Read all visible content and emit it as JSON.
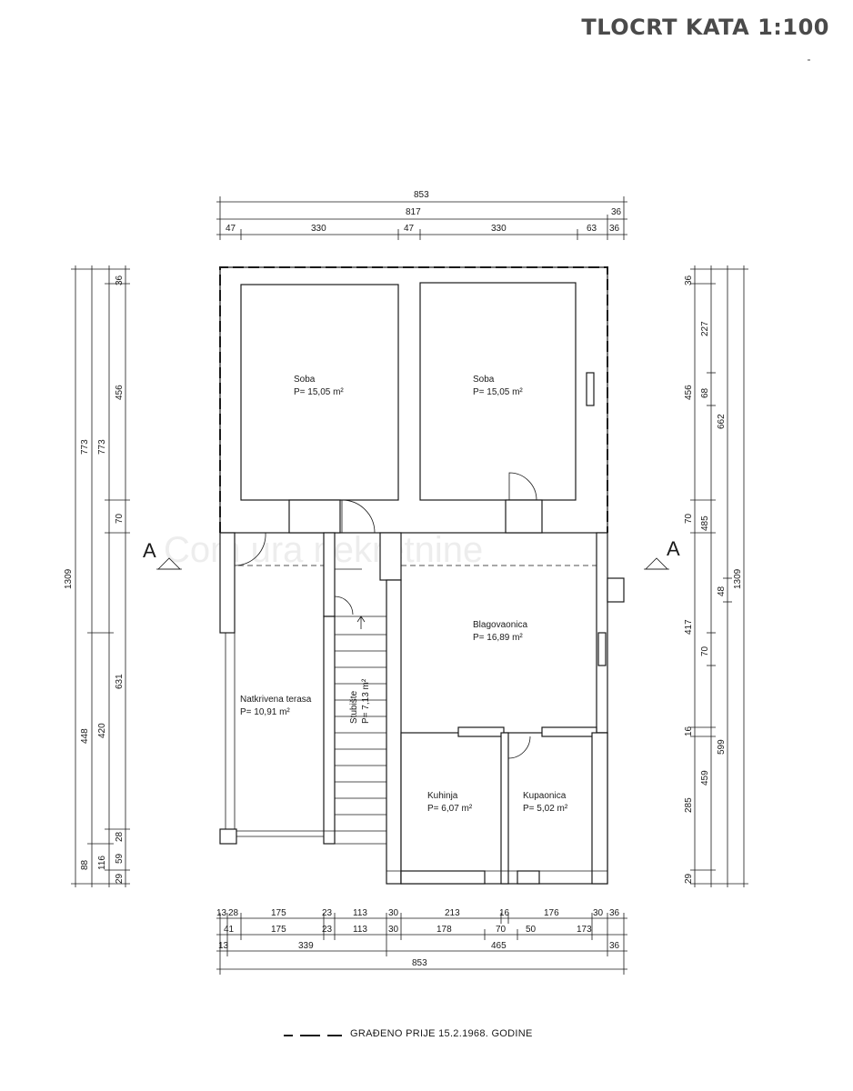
{
  "sheet": {
    "title": "TLOCRT KATA 1:100",
    "legend_text": "GRAĐENO PRIJE 15.2.1968. GODINE",
    "section_marker": "A",
    "watermark": "Com ura nekretnine"
  },
  "rooms": {
    "soba_left": {
      "name": "Soba",
      "area": "P= 15,05 m²"
    },
    "soba_right": {
      "name": "Soba",
      "area": "P= 15,05 m²"
    },
    "blagovaonica": {
      "name": "Blagovaonica",
      "area": "P= 16,89 m²"
    },
    "terasa": {
      "name": "Natkrivena terasa",
      "area": "P= 10,91 m²"
    },
    "stubiste": {
      "name": "Stubište",
      "area": "P= 7,13 m²"
    },
    "kuhinja": {
      "name": "Kuhinja",
      "area": "P= 6,07 m²"
    },
    "kupaonica": {
      "name": "Kupaonica",
      "area": "P= 5,02 m²"
    }
  },
  "dims": {
    "top": {
      "total": "853",
      "row2": [
        "817",
        "36"
      ],
      "row3": [
        "47",
        "330",
        "47",
        "330",
        "63",
        "36"
      ]
    },
    "bottom": {
      "row1": [
        "13",
        "28",
        "175",
        "23",
        "113",
        "30",
        "213",
        "16",
        "176",
        "30",
        "36"
      ],
      "row2": [
        "41",
        "175",
        "23",
        "113",
        "30",
        "178",
        "70",
        "50",
        "173"
      ],
      "row3": [
        "13",
        "339",
        "465",
        "36"
      ],
      "total": "853"
    },
    "left": {
      "outer": "1309",
      "col2": [
        "773",
        "448",
        "88"
      ],
      "col3": [
        "773",
        "420",
        "116"
      ],
      "col4": [
        "36",
        "456",
        "70",
        "631",
        "28",
        "59",
        "29"
      ]
    },
    "right": {
      "col1": [
        "36",
        "456",
        "70",
        "417",
        "16",
        "285",
        "29"
      ],
      "col2": [
        "227",
        "68",
        "485",
        "70",
        "459"
      ],
      "col3": [
        "662",
        "48",
        "599"
      ],
      "outer": "1309"
    }
  }
}
